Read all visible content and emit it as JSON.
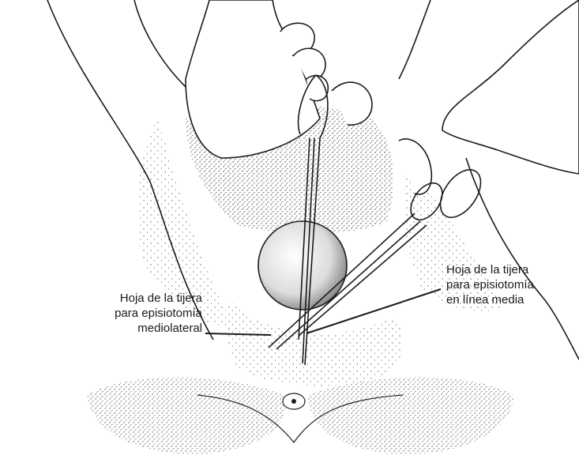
{
  "labels": {
    "mediolateral": {
      "lines": [
        "Hoja de la tijera",
        "para episiotomía",
        "mediolateral"
      ]
    },
    "midline": {
      "lines": [
        "Hoja de la tijera",
        "para episiotomía",
        "en línea media"
      ]
    }
  },
  "colors": {
    "ink": "#1a1a1a",
    "stipple": "#2b2b2b",
    "background": "#ffffff"
  }
}
